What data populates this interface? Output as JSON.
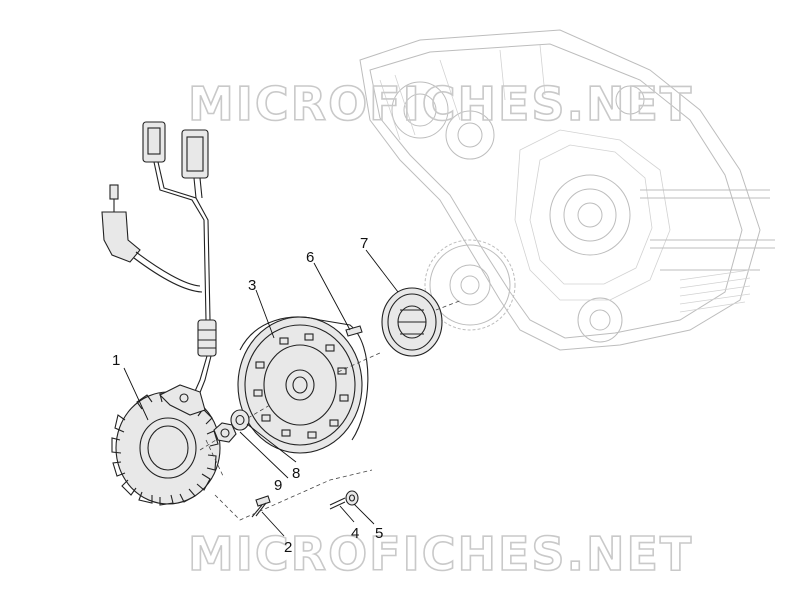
{
  "diagram": {
    "watermark_top": "MICROFICHES.NET",
    "watermark_bottom": "MICROFICHES.NET",
    "callouts": [
      {
        "label": "1"
      },
      {
        "label": "2"
      },
      {
        "label": "3"
      },
      {
        "label": "4"
      },
      {
        "label": "5"
      },
      {
        "label": "6"
      },
      {
        "label": "7"
      },
      {
        "label": "8"
      },
      {
        "label": "9"
      }
    ]
  }
}
